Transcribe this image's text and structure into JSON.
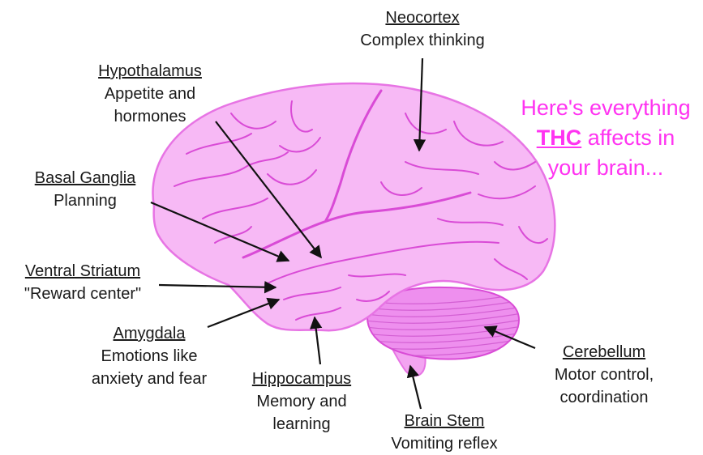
{
  "headline": {
    "line1": "Here's everything",
    "highlight": "THC",
    "line2_rest": " affects in",
    "line3": "your brain...",
    "color": "#ff33f1"
  },
  "colors": {
    "cerebrum_fill": "#f7b9f5",
    "cerebrum_stroke": "#e774e4",
    "sulcus": "#d94bd6",
    "cerebellum_fill": "#ee8fee",
    "brainstem_fill": "#f3a4f1",
    "arrow": "#111111"
  },
  "labels": [
    {
      "id": "neocortex",
      "title": "Neocortex",
      "desc": [
        "Complex thinking"
      ]
    },
    {
      "id": "hypothalamus",
      "title": "Hypothalamus",
      "desc": [
        "Appetite and",
        "hormones"
      ]
    },
    {
      "id": "basal-ganglia",
      "title": "Basal Ganglia",
      "desc": [
        "Planning"
      ]
    },
    {
      "id": "ventral-striatum",
      "title": "Ventral Striatum",
      "desc": [
        "\"Reward center\""
      ]
    },
    {
      "id": "amygdala",
      "title": "Amygdala",
      "desc": [
        "Emotions like",
        "anxiety and fear"
      ]
    },
    {
      "id": "hippocampus",
      "title": "Hippocampus",
      "desc": [
        "Memory and",
        "learning"
      ]
    },
    {
      "id": "brain-stem",
      "title": "Brain Stem",
      "desc": [
        "Vomiting reflex"
      ]
    },
    {
      "id": "cerebellum",
      "title": "Cerebellum",
      "desc": [
        "Motor control,",
        "coordination"
      ]
    }
  ]
}
